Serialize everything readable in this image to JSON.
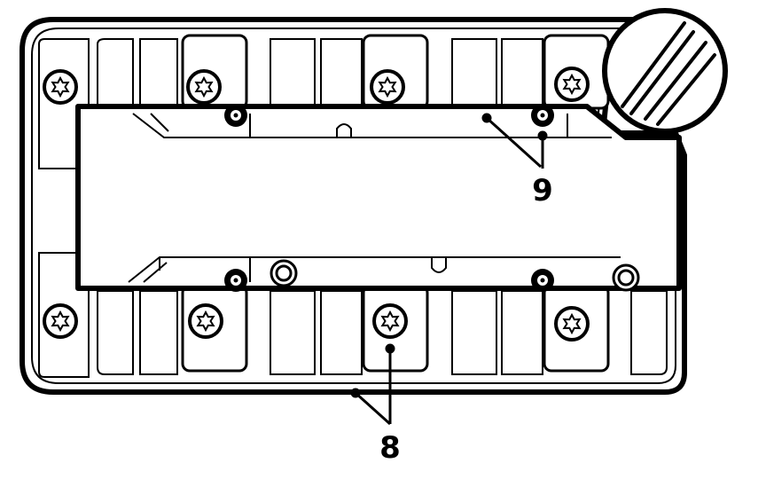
{
  "diagram": {
    "callouts": [
      {
        "id": "callout-8",
        "label": "8",
        "refers_to": "cover-outer-gasket"
      },
      {
        "id": "callout-9",
        "label": "9",
        "refers_to": "inner-plug-gasket"
      }
    ],
    "parts": {
      "outer_torx_bolts": 8,
      "inner_socket_bolts": 4,
      "alignment_rings": 2,
      "oil_filler_cap": 1
    },
    "colors": {
      "line": "#000000",
      "background": "#ffffff"
    }
  }
}
